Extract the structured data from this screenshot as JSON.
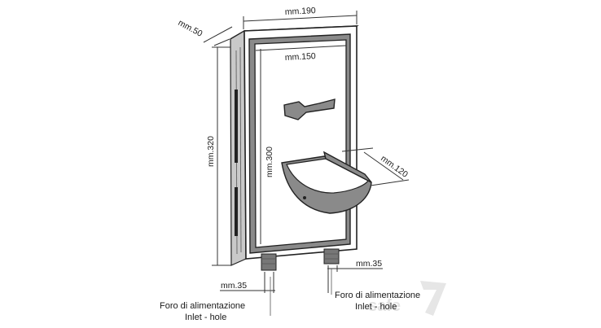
{
  "dimensions": {
    "width_top": "mm.190",
    "depth": "mm.50",
    "front_width": "mm.150",
    "outer_height": "mm.320",
    "front_height": "mm.300",
    "cradle_depth": "mm.120",
    "pipe_left": "mm.35",
    "pipe_right": "mm.35"
  },
  "captions": {
    "left_line1": "Foro di alimentazione",
    "left_line2": "Inlet - hole",
    "right_line1": "Foro di alimentazione",
    "right_line2": "Inlet - hole"
  },
  "watermark": "safe"
}
